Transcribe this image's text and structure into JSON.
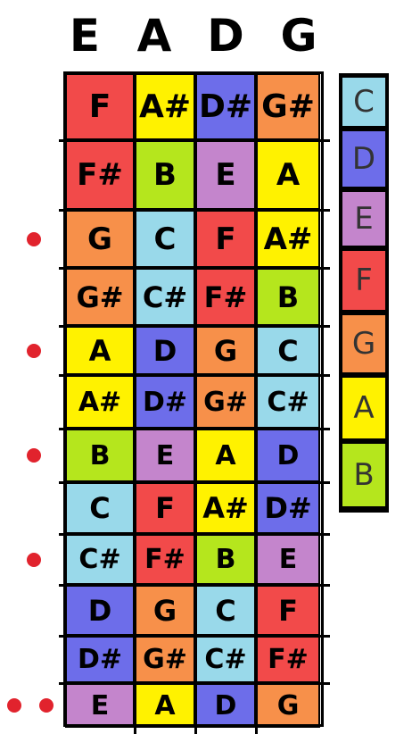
{
  "strings": [
    "E",
    "A",
    "D",
    "G"
  ],
  "frets": [
    [
      "F",
      "A#",
      "D#",
      "G#"
    ],
    [
      "F#",
      "B",
      "E",
      "A"
    ],
    [
      "G",
      "C",
      "F",
      "A#"
    ],
    [
      "G#",
      "C#",
      "F#",
      "B"
    ],
    [
      "A",
      "D",
      "G",
      "C"
    ],
    [
      "A#",
      "D#",
      "G#",
      "C#"
    ],
    [
      "B",
      "E",
      "A",
      "D"
    ],
    [
      "C",
      "F",
      "A#",
      "D#"
    ],
    [
      "C#",
      "F#",
      "B",
      "E"
    ],
    [
      "D",
      "G",
      "C",
      "F"
    ],
    [
      "D#",
      "G#",
      "C#",
      "F#"
    ],
    [
      "E",
      "A",
      "D",
      "G"
    ]
  ],
  "legend": [
    "C",
    "D",
    "E",
    "F",
    "G",
    "A",
    "B"
  ],
  "colors": {
    "C": "#99d9ea",
    "D": "#6d6dea",
    "E": "#c485cc",
    "F": "#f24a4a",
    "G": "#f7904a",
    "A": "#fff200",
    "B": "#b5e61d"
  },
  "fret_markers": [
    3,
    5,
    7,
    9,
    12
  ],
  "double_marker_fret": 12
}
